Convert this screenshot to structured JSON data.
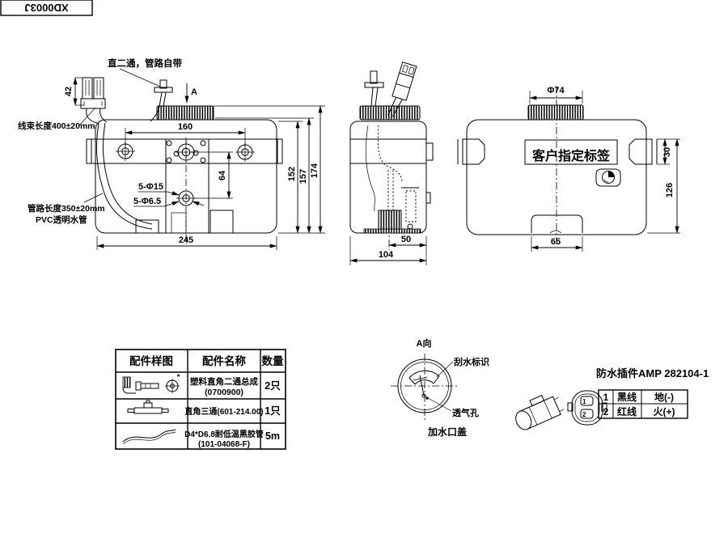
{
  "sheet": {
    "drawing_number": "XD0003J"
  },
  "front_view": {
    "note_elbow": "直二通，管路自带",
    "note_harness": "线束长度400±20mm",
    "note_pipe_1": "管路长度350±20mm",
    "note_pipe_2": "PVC透明水管",
    "callout_holes_large": "5-Φ15",
    "callout_holes_small": "5-Φ6.5",
    "view_arrow_label": "A",
    "dim_42": "42",
    "dim_160": "160",
    "dim_64": "64",
    "dim_152": "152",
    "dim_157": "157",
    "dim_174": "174",
    "dim_245": "245"
  },
  "side_view": {
    "dim_50": "50",
    "dim_104": "104"
  },
  "back_view": {
    "label_customer": "客户指定标签",
    "dim_cap": "Φ74",
    "dim_30": "30",
    "dim_126": "126",
    "dim_65": "65"
  },
  "parts_table": {
    "headers": [
      "配件样图",
      "配件名称",
      "数量"
    ],
    "rows": [
      {
        "name_1": "塑料直角二通总成",
        "name_2": "(0700900)",
        "qty": "2只"
      },
      {
        "name_1": "直角三通(601-214.00)",
        "name_2": "",
        "qty": "1只"
      },
      {
        "name_1": "D4*D6.8耐低温黑胶管",
        "name_2": "(101-04068-F)",
        "qty": "5m"
      }
    ]
  },
  "filler_cap_view": {
    "view_label": "A向",
    "wiper_note": "刮水标识",
    "vent_note": "透气孔",
    "caption": "加水口盖"
  },
  "connector": {
    "title": "防水插件AMP 282104-1",
    "pins": [
      {
        "no": "1",
        "wire": "黑线",
        "polarity": "地(-)"
      },
      {
        "no": "2",
        "wire": "红线",
        "polarity": "火(+)"
      }
    ]
  },
  "colors": {
    "line": "#000000",
    "background": "#ffffff"
  }
}
